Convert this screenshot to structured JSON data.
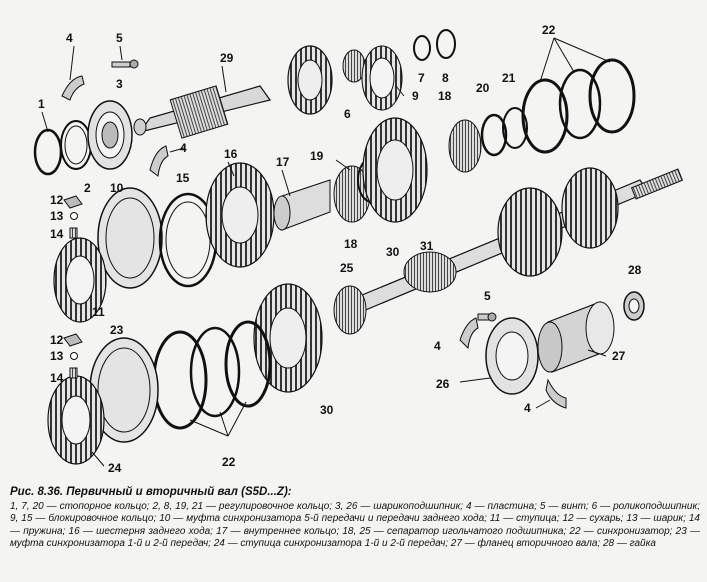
{
  "figure": {
    "title": "Рис. 8.36. Первичный и вторичный вал (S5D...Z):",
    "legend": "1, 7, 20 — стопорное кольцо; 2, 8, 19, 21 — регулировочное кольцо; 3, 26 — шарикоподшипник; 4 — пластина; 5 — винт; 6 — роликоподшипник; 9, 15 — блокировочное кольцо; 10 — муфта синхронизатора 5-й передачи и передачи заднего хода; 11 — ступица; 12 — сухарь; 13 — шарик; 14 — пружина; 16 — шестерня заднего хода; 17 — внутреннее кольцо; 18, 25 — сепаратор игольчатого подшипника; 22 — синхронизатор; 23 — муфта синхронизатора 1-й и 2-й передач; 24 — ступица синхронизатора 1-й и 2-й передач; 27 — фланец вторичного вала; 28 — гайка"
  },
  "callouts": [
    "1",
    "2",
    "3",
    "4",
    "5",
    "6",
    "7",
    "8",
    "9",
    "18",
    "20",
    "21",
    "22",
    "29",
    "4",
    "16",
    "17",
    "19",
    "12",
    "13",
    "14",
    "10",
    "15",
    "18",
    "30",
    "11",
    "31",
    "25",
    "28",
    "5",
    "4",
    "27",
    "26",
    "4",
    "12",
    "13",
    "14",
    "23",
    "30",
    "22",
    "24"
  ]
}
